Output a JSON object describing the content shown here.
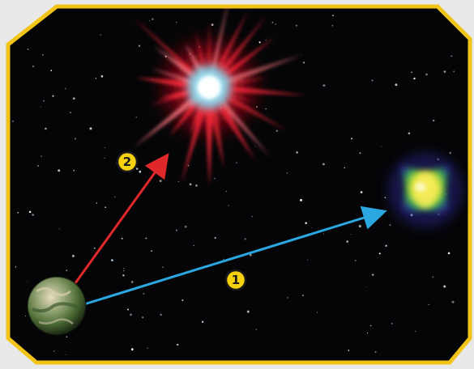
{
  "scene": {
    "frame_color": "#f2c418",
    "space_color": "#050507",
    "markers": [
      {
        "id": "path-1",
        "label": "1",
        "arrow_color": "#2aa6e0",
        "badge_color": "#f5d20c"
      },
      {
        "id": "path-2",
        "label": "2",
        "arrow_color": "#e0282a",
        "badge_color": "#f5d20c"
      }
    ],
    "objects": [
      {
        "name": "planet",
        "colors": [
          "#6d8a4a",
          "#c9c2a6",
          "#3b5a2e"
        ]
      },
      {
        "name": "red-star-burst",
        "colors": [
          "#ff2030",
          "#ffffff",
          "#7fe6ff"
        ]
      },
      {
        "name": "green-nebula",
        "colors": [
          "#f2e83a",
          "#2fb04a",
          "#3a2aa8"
        ]
      }
    ]
  }
}
